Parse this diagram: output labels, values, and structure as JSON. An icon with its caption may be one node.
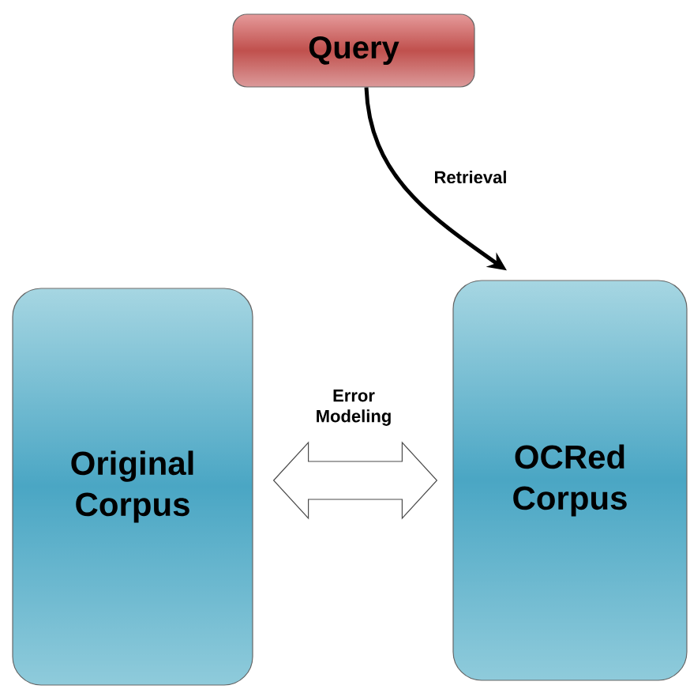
{
  "diagram": {
    "nodes": [
      {
        "text": [
          "Query"
        ]
      },
      {
        "text": [
          "Original Corpus"
        ]
      },
      {
        "text": [
          "OCRed Corpus"
        ]
      }
    ],
    "edges": [
      {
        "from": 0,
        "to": 2,
        "arrow": "to",
        "label": "Retrieval"
      },
      {
        "from": 1,
        "to": 2,
        "arrow": "both",
        "label": "Error Modeling"
      }
    ]
  }
}
